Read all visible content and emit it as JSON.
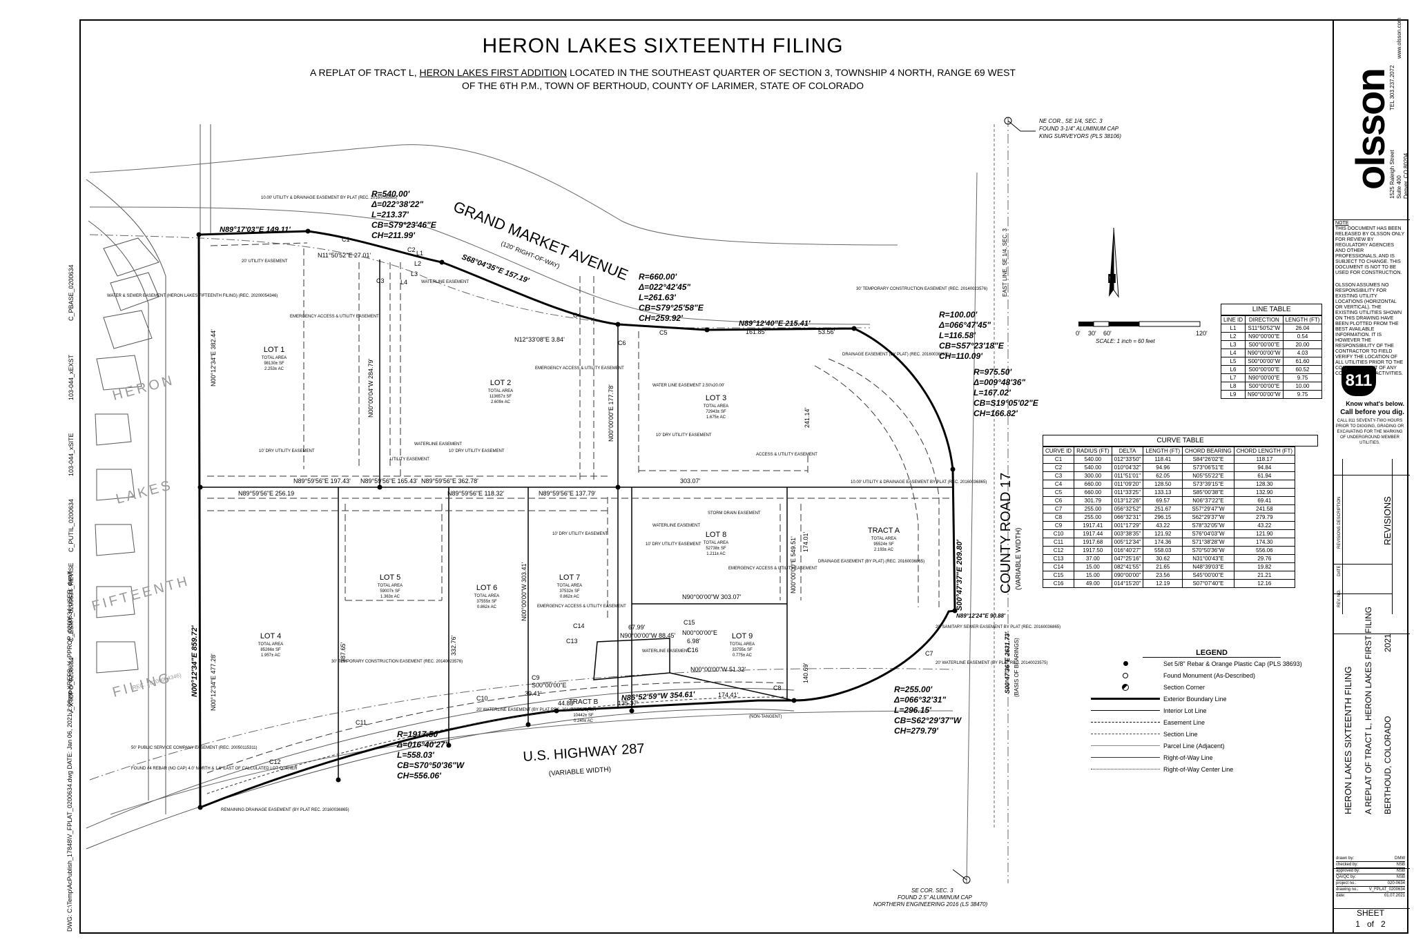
{
  "title": "HERON LAKES SIXTEENTH FILING",
  "subtitle": {
    "line1_pre": "A REPLAT OF TRACT L, ",
    "line1_link": "HERON LAKES FIRST ADDITION",
    "line1_post": " LOCATED IN THE SOUTHEAST QUARTER OF SECTION 3, TOWNSHIP 4 NORTH, RANGE 69 WEST",
    "line2": "OF THE 6TH P.M., TOWN OF BERTHOUD, COUNTY OF LARIMER, STATE OF COLORADO"
  },
  "firm": {
    "name": "olsson",
    "address1": "1525 Raleigh Street",
    "address2": "Suite 400",
    "address3": "Denver, CO 80204",
    "tel": "TEL 303.237.2072",
    "web": "www.olsson.com"
  },
  "notes": {
    "note1_title": "NOTE",
    "note1": "THIS DOCUMENT HAS BEEN RELEASED BY OLSSON ONLY FOR REVIEW BY REGULATORY AGENCIES AND OTHER PROFESSIONALS, AND IS SUBJECT TO CHANGE. THIS DOCUMENT IS NOT TO BE USED FOR CONSTRUCTION.",
    "note2": "OLSSON ASSUMES NO RESPONSIBILITY FOR EXISTING UTILITY LOCATIONS (HORIZONTAL OR VERTICAL). THE EXISTING UTILITIES SHOWN ON THIS DRAWING HAVE BEEN PLOTTED FROM THE BEST AVAILABLE INFORMATION. IT IS HOWEVER THE RESPONSIBILITY OF THE CONTRACTOR TO FIELD VERIFY THE LOCATION OF ALL UTILITIES PRIOR TO THE COMMENCEMENT OF ANY CONSTRUCTION ACTIVITIES.",
    "n811": "811",
    "know1": "Know what's below.",
    "know2": "Call before you dig.",
    "call": "CALL 811 SEVENTY-TWO HOURS PRIOR TO DIGGING, GRADING OR EXCAVATING FOR THE MARKING OF UNDERGROUND MEMBER UTILITIES."
  },
  "revisions": {
    "title": "REVISIONS",
    "desc": "REVISIONS DESCRIPTION",
    "date": "DATE",
    "rev": "REV. NO."
  },
  "project": {
    "title": "HERON LAKES SIXTEENTH FILING",
    "line2": "A REPLAT OF TRACT L, HERON LAKES FIRST FILING",
    "year": "2021",
    "city": "BERTHOUD, COLORADO",
    "drawn_by": "drawn by:",
    "drawn_val": "DMW",
    "checked_by": "checked by:",
    "checked_val": "NSB",
    "approved_by": "approved by:",
    "approved_val": "NSB",
    "qaqc_by": "QA/QC by:",
    "qaqc_val": "NSB",
    "project_no": "project no.:",
    "project_val": "020-0634",
    "drawing_no": "drawing no.:",
    "drawing_val": "V_FPLAT_0200634",
    "date_lbl": "date:",
    "date_val": "01.07.2021",
    "sheet": "SHEET",
    "sheet_num": "1",
    "of": "of",
    "sheet_total": "2"
  },
  "line_table": {
    "title": "LINE TABLE",
    "headers": [
      "LINE ID",
      "DIRECTION",
      "LENGTH (FT)"
    ],
    "rows": [
      [
        "L1",
        "S11°50'52\"W",
        "26.04"
      ],
      [
        "L2",
        "N90°00'00\"E",
        "0.54"
      ],
      [
        "L3",
        "S00°00'00\"E",
        "20.00"
      ],
      [
        "L4",
        "N90°00'00\"W",
        "4.03"
      ],
      [
        "L5",
        "S00°00'00\"W",
        "61.60"
      ],
      [
        "L6",
        "S00°00'00\"E",
        "60.52"
      ],
      [
        "L7",
        "N90°00'00\"E",
        "9.75"
      ],
      [
        "L8",
        "S00°00'00\"E",
        "10.00"
      ],
      [
        "L9",
        "N90°00'00\"W",
        "9.75"
      ]
    ]
  },
  "curve_table": {
    "title": "CURVE TABLE",
    "headers": [
      "CURVE ID",
      "RADIUS (FT)",
      "DELTA",
      "LENGTH (FT)",
      "CHORD BEARING",
      "CHORD LENGTH (FT)"
    ],
    "rows": [
      [
        "C1",
        "540.00",
        "012°33'50\"",
        "118.41",
        "S84°26'02\"E",
        "118.17"
      ],
      [
        "C2",
        "540.00",
        "010°04'32\"",
        "94.96",
        "S73°06'51\"E",
        "94.84"
      ],
      [
        "C3",
        "300.00",
        "011°51'01\"",
        "62.05",
        "N05°55'22\"E",
        "61.94"
      ],
      [
        "C4",
        "660.00",
        "011°09'20\"",
        "128.50",
        "S73°39'15\"E",
        "128.30"
      ],
      [
        "C5",
        "660.00",
        "011°33'25\"",
        "133.13",
        "S85°00'38\"E",
        "132.90"
      ],
      [
        "C6",
        "301.79",
        "013°12'26\"",
        "69.57",
        "N06°37'22\"E",
        "69.41"
      ],
      [
        "C7",
        "255.00",
        "056°32'52\"",
        "251.67",
        "S57°29'47\"W",
        "241.58"
      ],
      [
        "C8",
        "255.00",
        "066°32'31\"",
        "296.15",
        "S62°29'37\"W",
        "279.79"
      ],
      [
        "C9",
        "1917.41",
        "001°17'29\"",
        "43.22",
        "S78°32'05\"W",
        "43.22"
      ],
      [
        "C10",
        "1917.44",
        "003°38'35\"",
        "121.92",
        "S76°04'03\"W",
        "121.90"
      ],
      [
        "C11",
        "1917.68",
        "005°12'34\"",
        "174.36",
        "S71°38'28\"W",
        "174.30"
      ],
      [
        "C12",
        "1917.50",
        "016°40'27\"",
        "558.03",
        "S70°50'36\"W",
        "556.06"
      ],
      [
        "C13",
        "37.00",
        "047°25'16\"",
        "30.62",
        "N31°00'43\"E",
        "29.76"
      ],
      [
        "C14",
        "15.00",
        "082°41'55\"",
        "21.65",
        "N48°39'03\"E",
        "19.82"
      ],
      [
        "C15",
        "15.00",
        "090°00'00\"",
        "23.56",
        "S45°00'00\"E",
        "21.21"
      ],
      [
        "C16",
        "49.00",
        "014°15'20\"",
        "12.19",
        "S07°07'40\"E",
        "12.16"
      ]
    ]
  },
  "legend": {
    "title": "LEGEND",
    "items": [
      "Set 5/8\" Rebar & Orange Plastic Cap (PLS 38693)",
      "Found Monument (As-Described)",
      "Section Corner",
      "Exterior Boundary Line",
      "Interior Lot Line",
      "Easement Line",
      "Section Line",
      "Parcel Line (Adjacent)",
      "Right-of-Way Line",
      "Right-of-Way Center Line"
    ]
  },
  "scale": {
    "t0": "0'",
    "t1": "30'",
    "t2": "60'",
    "t3": "120'",
    "label": "SCALE: 1 inch = 60 feet",
    "north": "N"
  },
  "plat": {
    "road_grand": "GRAND MARKET AVENUE",
    "road_grand_row": "(120' RIGHT-OF-WAY)",
    "road_cr17": "COUNTY ROAD 17",
    "road_cr17_w": "(VARIABLE WIDTH)",
    "road_us287": "U.S. HIGHWAY 287",
    "road_us287_w": "(VARIABLE WIDTH)",
    "heron": "HERON",
    "lakes": "LAKES",
    "fifteenth": "FIFTEENTH",
    "filing": "FILING",
    "filing_rec": "(REC. 20200054346)",
    "ne_cor1": "NE COR., SE 1/4, SEC. 3",
    "ne_cor2": "FOUND 3-1/4\" ALUMINUM CAP",
    "ne_cor3": "KING SURVEYORS (PLS 38106)",
    "se_cor1": "SE COR. SEC. 3",
    "se_cor2": "FOUND 2.5\" ALUMINUM CAP",
    "se_cor3": "NORTHERN ENGINEERING 2016 (LS 38470)",
    "east_line": "EAST LINE, SE 1/4, SEC. 3",
    "curve_a1": "R=540.00'",
    "curve_a2": "Δ=022°38'22\"",
    "curve_a3": "L=213.37'",
    "curve_a4": "CB=S79°23'46\"E",
    "curve_a5": "CH=211.99'",
    "curve_b1": "R=660.00'",
    "curve_b2": "Δ=022°42'45\"",
    "curve_b3": "L=261.63'",
    "curve_b4": "CB=S79°25'58\"E",
    "curve_b5": "CH=259.92'",
    "curve_c1": "R=100.00'",
    "curve_c2": "Δ=066°47'45\"",
    "curve_c3": "L=116.58'",
    "curve_c4": "CB=S57°23'18\"E",
    "curve_c5": "CH=110.09'",
    "curve_d1": "R=975.50'",
    "curve_d2": "Δ=009°48'36\"",
    "curve_d3": "L=167.02'",
    "curve_d4": "CB=S19°05'02\"E",
    "curve_d5": "CH=166.82'",
    "curve_e1": "R=255.00'",
    "curve_e2": "Δ=066°32'31\"",
    "curve_e3": "L=296.15'",
    "curve_e4": "CB=S62°29'37\"W",
    "curve_e5": "CH=279.79'",
    "curve_f1": "R=1917.50'",
    "curve_f2": "Δ=016°40'27\"",
    "curve_f3": "L=558.03'",
    "curve_f4": "CB=S70°50'36\"W",
    "curve_f5": "CH=556.06'",
    "b_n89_149": "N89°17'03\"E  149.11'",
    "b_s68": "S68°04'35\"E  157.19'",
    "b_n89_215": "N89°12'40\"E  215.41'",
    "b_s00_209": "S00°47'37\"E  209.80'",
    "b_n89_90": "N89°12'24\"E  90.88'",
    "b_n86": "N86°52'59\"W  354.61'",
    "b_n00_859": "N00°12'34\"E  859.72'",
    "b_n00_382": "N00°12'34\"E  382.44'",
    "b_n00_477": "N00°12'34\"E  477.28'",
    "b_n11": "N11°50'52\"E  27.01'",
    "b_n12": "N12°33'08\"E  3.84'",
    "lot1": "LOT 1",
    "lot1_a": "TOTAL AREA",
    "lot1_b": "98130± SF",
    "lot1_c": "2.253± AC",
    "lot2": "LOT 2",
    "lot2_a": "TOTAL AREA",
    "lot2_b": "113657± SF",
    "lot2_c": "2.609± AC",
    "lot3": "LOT 3",
    "lot3_a": "TOTAL AREA",
    "lot3_b": "72943± SF",
    "lot3_c": "1.675± AC",
    "lot4": "LOT 4",
    "lot4_a": "TOTAL AREA",
    "lot4_b": "85266± SF",
    "lot4_c": "1.957± AC",
    "lot5": "LOT 5",
    "lot5_a": "TOTAL AREA",
    "lot5_b": "59007± SF",
    "lot5_c": "1.363± AC",
    "lot6": "LOT 6",
    "lot6_a": "TOTAL AREA",
    "lot6_b": "37555± SF",
    "lot6_c": "0.862± AC",
    "lot7": "LOT 7",
    "lot7_a": "TOTAL AREA",
    "lot7_b": "37532± SF",
    "lot7_c": "0.862± AC",
    "lot8": "LOT 8",
    "lot8_a": "TOTAL AREA",
    "lot8_b": "52738± SF",
    "lot8_c": "1.211± AC",
    "lot9": "LOT 9",
    "lot9_a": "TOTAL AREA",
    "lot9_b": "33755± SF",
    "lot9_c": "0.775± AC",
    "tracta": "TRACT A",
    "tracta_a": "TOTAL AREA",
    "tracta_b": "95524± SF",
    "tracta_c": "2.193± AC",
    "tractb": "TRACT B",
    "tractb_a": "TOTAL AREA",
    "tractb_b": "10442± SF",
    "tractb_c": "0.240± AC",
    "d_256": "N89°59'56\"E  256.19",
    "d_197": "N89°59'56\"E  197.43'",
    "d_165": "N89°59'56\"E  165.43'",
    "d_362": "N89°59'56\"E  362.78'",
    "d_118": "N89°59'56\"E  118.32'",
    "d_137": "N89°59'56\"E  137.79'",
    "d_303a": "303.07'",
    "d_303b": "N90°00'00\"W  303.07'",
    "d_161": "161.85'",
    "d_53": "53.56'",
    "d_241": "241.14'",
    "d_549": "N00°00'00\"E  549.51'",
    "d_174": "174.01'",
    "d_140": "140.69'",
    "d_177": "N00°00'00\"E  177.78'",
    "d_284": "N00°00'04\"W  284.79'",
    "d_303c": "N00°00'00\"W  303.41'",
    "d_332": "332.76'",
    "d_387": "387.65'",
    "d_67": "67.99'",
    "d_88": "N90°00'00\"W  88.45'",
    "d_698": "6.98'",
    "d_51": "N00°00'00\"W  51.32'",
    "d_394": "39.41'",
    "d_448": "44.83'",
    "d_135": "135.37'",
    "d_174b": "174.41'",
    "d_s00": "S00°00'00\"E",
    "d_n00e": "N00°00'00\"E",
    "esmt_1": "10.00' UTILITY & DRAINAGE EASEMENT BY PLAT (REC. 20160036865)",
    "esmt_2": "20' UTILITY EASEMENT",
    "esmt_3": "WATER & SEWER EASEMENT (HERON LAKES FIFTEENTH FILING) (REC. 20200054346)",
    "esmt_4": "EMERGENCY ACCESS & UTILITY EASEMENT",
    "esmt_5": "WATERLINE EASEMENT",
    "esmt_6": "10' DRY UTILITY EASEMENT",
    "esmt_7": "30' TEMPORARY CONSTRUCTION EASEMENT (REC. 20140023576)",
    "esmt_8": "DRAINAGE EASEMENT (BY PLAT) (REC. 20160036865)",
    "esmt_9": "ACCESS & UTILITY EASEMENT",
    "esmt_10": "STORM DRAIN EASEMENT",
    "esmt_11": "20' SANITARY SEWER EASEMENT BY PLAT (REC. 20160036865)",
    "esmt_12": "20' WATERLINE EASEMENT (BY PLAT REC. 20140023575)",
    "esmt_13": "50' PUBLIC SERVICE COMPANY EASEMENT (REC. 20050115311)",
    "esmt_14": "FOUND #4 REBAR (NO CAP) 4.0' NORTH & 1.6' EAST OF CALCULATED LOT CORNER",
    "esmt_15": "REMAINING DRAINAGE EASEMENT (BY PLAT REC. 20160036865)",
    "esmt_16": "(NON-TANGENT)",
    "esmt_17": "UTILITY EASEMENT",
    "esmt_18": "WATER LINE EASEMENT 2.50'x20.00'",
    "basis": "(BASIS OF BEARINGS)",
    "basis_v": "S00°47'36\"E  2631.73'",
    "side_1": "C_PBASE_0200634",
    "side_2": "103-044_xEXST",
    "side_3": "103-044_xSITE",
    "side_4": "C_PUTIL_0200634",
    "side_5": "C_ESMT_0200634_REVISE",
    "side_6": "V_XTOPO_0200634",
    "dwg_info": "DWG: C:\\Temp\\AcPublish_17848\\V_FPLAT_0200634.dwg  DATE: Jan 06, 2021 2:06pm  XREFS: V_PPROP_0200634  USER: dwolf"
  }
}
